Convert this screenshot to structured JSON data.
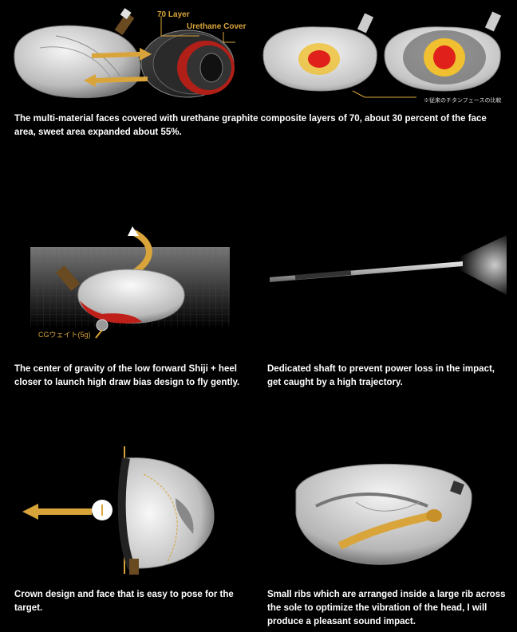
{
  "section1": {
    "label_layers": "70 Layer",
    "label_cover": "Urethane Cover",
    "note": "※従来のチタンフェースの比較",
    "caption": "The multi-material faces covered with urethane graphite composite layers of 70, about 30 percent of the face area, sweet area expanded about 55%."
  },
  "section2": {
    "label_weight": "CGウェイト(5g)",
    "caption_left": "The center of gravity of the low forward Shiji + heel closer to launch high draw bias design to fly gently.",
    "caption_right": "Dedicated shaft to prevent power loss in the impact, get caught by a high trajectory."
  },
  "section3": {
    "caption_left": "Crown design and face that is easy to pose for the target.",
    "caption_right": "Small ribs which are arranged inside a large rib across the sole to optimize the vibration of the head, I will produce a pleasant sound impact."
  },
  "colors": {
    "gold": "#d9a53a",
    "red": "#e0201a",
    "yellow": "#f0c030"
  }
}
